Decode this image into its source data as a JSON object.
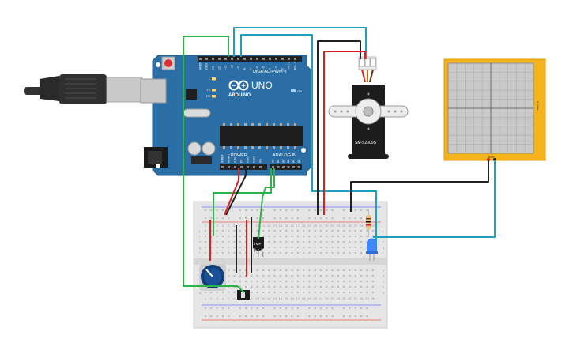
{
  "arduino": {
    "brand": "ARDUINO",
    "model": "UNO",
    "digital_header": "DIGITAL (PWM~)",
    "analog_header": "ANALOG IN",
    "power_header": "POWER",
    "on_label": "ON",
    "tx_label": "TX",
    "rx_label": "RX",
    "l_label": "L",
    "top_pins": [
      "AREF",
      "GND",
      "13",
      "12",
      "~11",
      "~10",
      "~9",
      "8",
      "7",
      "~6",
      "~5",
      "4",
      "~3",
      "2",
      "TX→1",
      "RX←0"
    ],
    "power_pins": [
      "IOREF",
      "RESET",
      "3.3V",
      "5V",
      "GND",
      "GND",
      "Vin"
    ],
    "analog_pins": [
      "A0",
      "A1",
      "A2",
      "A3",
      "A4",
      "A5"
    ]
  },
  "servo": {
    "model": "SM-S2309S"
  },
  "oscilloscope": {
    "label": "Time",
    "side_label": "5 V/div"
  },
  "sensor": {
    "label": "TMP"
  },
  "breadboard": {
    "column_numbers": [
      "1",
      "2",
      "3",
      "4",
      "5",
      "6",
      "7",
      "8",
      "9",
      "10",
      "11",
      "12",
      "13",
      "14",
      "15",
      "16",
      "17",
      "18",
      "19",
      "20",
      "21",
      "22",
      "23",
      "24",
      "25",
      "26",
      "27",
      "28",
      "29",
      "30"
    ],
    "top_rows": [
      "j",
      "i",
      "h",
      "g",
      "f"
    ],
    "bottom_rows": [
      "e",
      "d",
      "c",
      "b",
      "a"
    ]
  },
  "colors": {
    "board": "#2b6ea6",
    "board_dark": "#1f5a8c",
    "breadboard": "#e6e6e6",
    "wire_green": "#2db34a",
    "wire_teal": "#1f9ec0",
    "wire_black": "#222222",
    "wire_red": "#e01e1e",
    "scope_frame": "#f4b31c"
  }
}
